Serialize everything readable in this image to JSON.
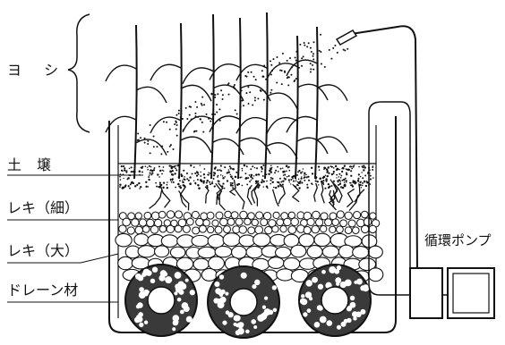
{
  "labels": {
    "yoshi": "ヨ シ",
    "soil": "土 壌",
    "gravel_fine": "レキ（細）",
    "gravel_large": "レキ（大）",
    "drain_material": "ドレーン材",
    "circulation_pump": "循環ポンプ"
  },
  "colors": {
    "ink": "#111111",
    "background": "#ffffff",
    "drain_fill": "#3a3a3a"
  }
}
